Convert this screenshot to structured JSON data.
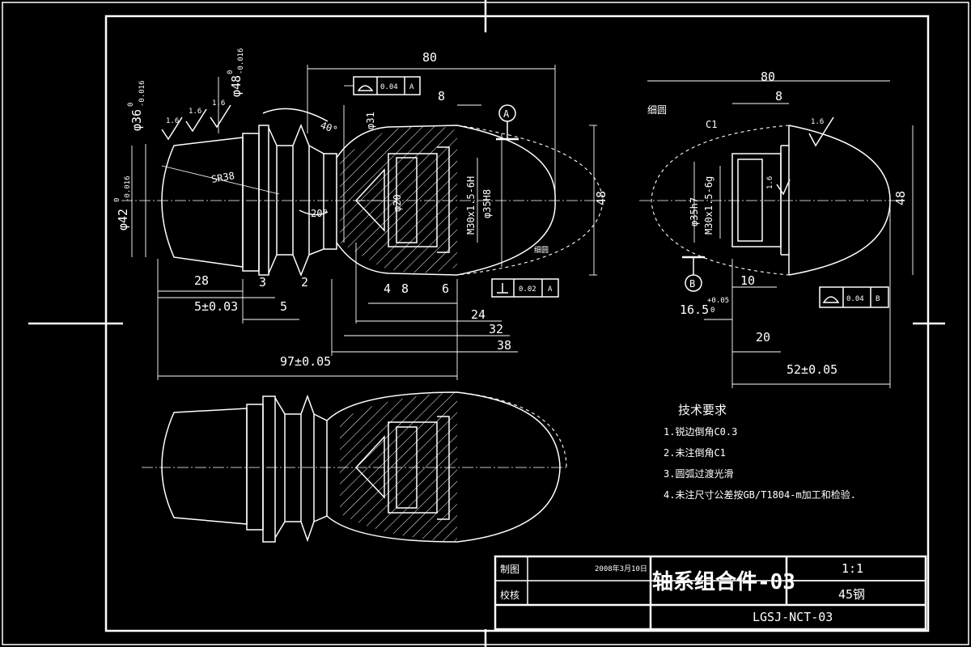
{
  "drawing": {
    "main_view": {
      "overall_length": "80",
      "dim_8_top": "8",
      "sr": "SR38",
      "angle_40": "40°",
      "angle_20": "20°",
      "dia_36": "φ36",
      "dia_36_tol_up": "0",
      "dia_36_tol_low": "-0.016",
      "dia_48": "φ48",
      "dia_48_tol_up": "0",
      "dia_48_tol_low": "-0.016",
      "dia_42": "φ42",
      "dia_42_tol_up": "0",
      "dia_42_tol_low": "-0.016",
      "dia_31": "φ31",
      "dia_20": "φ20",
      "thread_inner": "M30x1.5-6H",
      "bore": "φ35H8",
      "height_48": "48",
      "rough_1": "1.6",
      "rough_2": "1.6",
      "rough_3": "1.6",
      "datum_a": "A",
      "tol_frame_top_value": "0.04",
      "tol_frame_top_datum": "A",
      "tol_frame_bottom_value": "0.02",
      "tol_frame_bottom_datum": "A",
      "thread_note": "细圆",
      "dims_bottom": {
        "d28": "28",
        "d3": "3",
        "d2": "2",
        "d5_003": "5±0.03",
        "d5": "5",
        "d4": "4",
        "d8": "8",
        "d6": "6",
        "d24": "24",
        "d32": "32",
        "d38": "38",
        "d97": "97±0.05"
      }
    },
    "side_view": {
      "overall_length": "80",
      "dim_8": "8",
      "note_top": "细圆",
      "chamfer": "C1",
      "rough": "1.6",
      "rough_inner": "1.6",
      "dia_35": "φ35h7",
      "thread": "M30x1.5-6g",
      "height_48": "48",
      "datum_b": "B",
      "d10": "10",
      "d16_5": "16.5",
      "d16_5_up": "+0.05",
      "d16_5_low": "0",
      "d20": "20",
      "d52": "52±0.05",
      "tol_frame_value": "0.04",
      "tol_frame_datum": "B"
    },
    "notes": {
      "title": "技术要求",
      "items": [
        "1.锐边倒角C0.3",
        "2.未注倒角C1",
        "3.圆弧过渡光滑",
        "4.未注尺寸公差按GB/T1804-m加工和检验."
      ]
    },
    "title_block": {
      "drawn_label": "制图",
      "check_label": "校核",
      "date": "2008年3月10日",
      "part_name": "轴系组合件-03",
      "scale": "1:1",
      "material": "45钢",
      "drawing_no": "LGSJ-NCT-03"
    }
  }
}
